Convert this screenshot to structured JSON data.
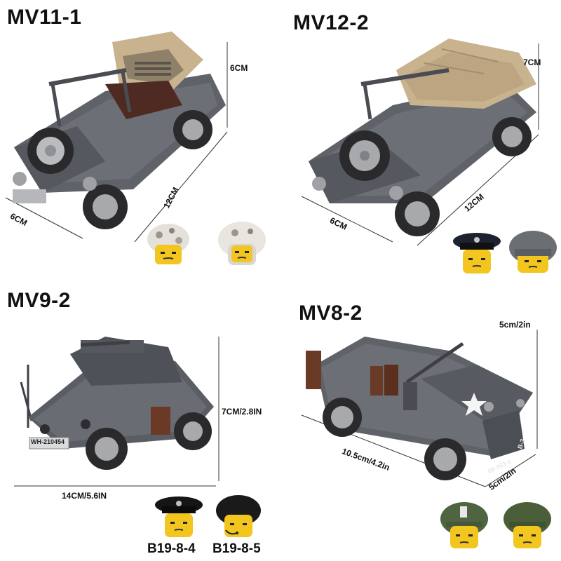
{
  "panels": {
    "mv11": {
      "title": "MV11-1",
      "dims": {
        "height": "6CM",
        "length": "12CM",
        "width": "6CM"
      }
    },
    "mv12": {
      "title": "MV12-2",
      "dims": {
        "height": "7CM",
        "length": "12CM",
        "width": "6CM"
      }
    },
    "mv9": {
      "title": "MV9-2",
      "dims": {
        "height": "7CM/2.8IN",
        "length": "14CM/5.6IN"
      },
      "codes": [
        "B19-8-4",
        "B19-8-5"
      ],
      "plate": "WH-210454"
    },
    "mv8": {
      "title": "MV8-2",
      "dims": {
        "height": "5cm/2in",
        "length": "10.5cm/4.2in",
        "width": "5cm/2in"
      },
      "plate": "69-353-1",
      "side_code": "B-3"
    }
  },
  "colors": {
    "vehicle_grey": "#5f6268",
    "vehicle_dark": "#3e4046",
    "tan_canopy": "#c9b38e",
    "tire": "#2a2a2c",
    "rim": "#a7a9ac",
    "brown_crate": "#6b3a26"
  }
}
